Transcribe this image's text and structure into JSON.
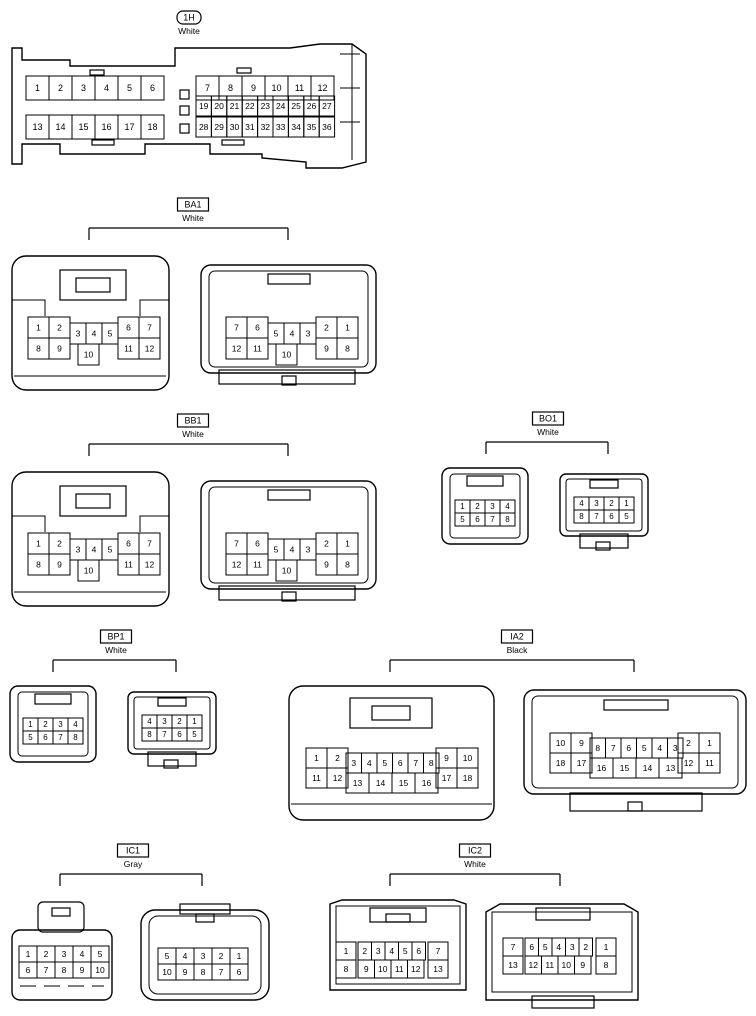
{
  "connectors": [
    {
      "id": "1H",
      "color": "White",
      "tag_style": "rounded",
      "pins": {
        "row_a": [
          "1",
          "2",
          "3",
          "4",
          "5",
          "6"
        ],
        "row_b": [
          "13",
          "14",
          "15",
          "16",
          "17",
          "18"
        ],
        "row_c": [
          "7",
          "8",
          "9",
          "10",
          "11",
          "12"
        ],
        "row_d": [
          "19",
          "20",
          "21",
          "22",
          "23",
          "24",
          "25",
          "26",
          "27"
        ],
        "row_e": [
          "28",
          "29",
          "30",
          "31",
          "32",
          "33",
          "34",
          "35",
          "36"
        ]
      }
    },
    {
      "id": "BA1",
      "color": "White",
      "tag_style": "box",
      "left": {
        "top": [
          "1",
          "2",
          "3",
          "4",
          "5",
          "6",
          "7"
        ],
        "bottom": [
          "8",
          "9",
          "10",
          "11",
          "12"
        ]
      },
      "right": {
        "top": [
          "7",
          "6",
          "5",
          "4",
          "3",
          "2",
          "1"
        ],
        "bottom": [
          "12",
          "11",
          "10",
          "9",
          "8"
        ]
      }
    },
    {
      "id": "BB1",
      "color": "White",
      "tag_style": "box",
      "left": {
        "top": [
          "1",
          "2",
          "3",
          "4",
          "5",
          "6",
          "7"
        ],
        "bottom": [
          "8",
          "9",
          "10",
          "11",
          "12"
        ]
      },
      "right": {
        "top": [
          "7",
          "6",
          "5",
          "4",
          "3",
          "2",
          "1"
        ],
        "bottom": [
          "12",
          "11",
          "10",
          "9",
          "8"
        ]
      }
    },
    {
      "id": "BO1",
      "color": "White",
      "tag_style": "box",
      "left": {
        "top": [
          "1",
          "2",
          "3",
          "4"
        ],
        "bottom": [
          "5",
          "6",
          "7",
          "8"
        ]
      },
      "right": {
        "top": [
          "4",
          "3",
          "2",
          "1"
        ],
        "bottom": [
          "8",
          "7",
          "6",
          "5"
        ]
      }
    },
    {
      "id": "BP1",
      "color": "White",
      "tag_style": "box",
      "left": {
        "top": [
          "1",
          "2",
          "3",
          "4"
        ],
        "bottom": [
          "5",
          "6",
          "7",
          "8"
        ]
      },
      "right": {
        "top": [
          "4",
          "3",
          "2",
          "1"
        ],
        "bottom": [
          "8",
          "7",
          "6",
          "5"
        ]
      }
    },
    {
      "id": "IA2",
      "color": "Black",
      "tag_style": "box",
      "left": {
        "top": [
          "1",
          "2",
          "3",
          "4",
          "5",
          "6",
          "7",
          "8",
          "9",
          "10"
        ],
        "bottom": [
          "11",
          "12",
          "13",
          "14",
          "15",
          "16",
          "17",
          "18"
        ]
      },
      "right": {
        "top": [
          "10",
          "9",
          "8",
          "7",
          "6",
          "5",
          "4",
          "3",
          "2",
          "1"
        ],
        "bottom": [
          "18",
          "17",
          "16",
          "15",
          "14",
          "13",
          "12",
          "11"
        ]
      }
    },
    {
      "id": "IC1",
      "color": "Gray",
      "tag_style": "box",
      "left": {
        "top": [
          "1",
          "2",
          "3",
          "4",
          "5"
        ],
        "bottom": [
          "6",
          "7",
          "8",
          "9",
          "10"
        ]
      },
      "right": {
        "top": [
          "5",
          "4",
          "3",
          "2",
          "1"
        ],
        "bottom": [
          "10",
          "9",
          "8",
          "7",
          "6"
        ]
      }
    },
    {
      "id": "IC2",
      "color": "White",
      "tag_style": "box",
      "left": {
        "top": [
          "1",
          "2",
          "3",
          "4",
          "5",
          "6",
          "7"
        ],
        "bottom": [
          "8",
          "9",
          "10",
          "11",
          "12",
          "13"
        ]
      },
      "right": {
        "top": [
          "7",
          "6",
          "5",
          "4",
          "3",
          "2",
          "1"
        ],
        "bottom": [
          "13",
          "12",
          "11",
          "10",
          "9",
          "8"
        ]
      }
    }
  ],
  "colors": {
    "line": "#000000",
    "background": "#ffffff"
  }
}
